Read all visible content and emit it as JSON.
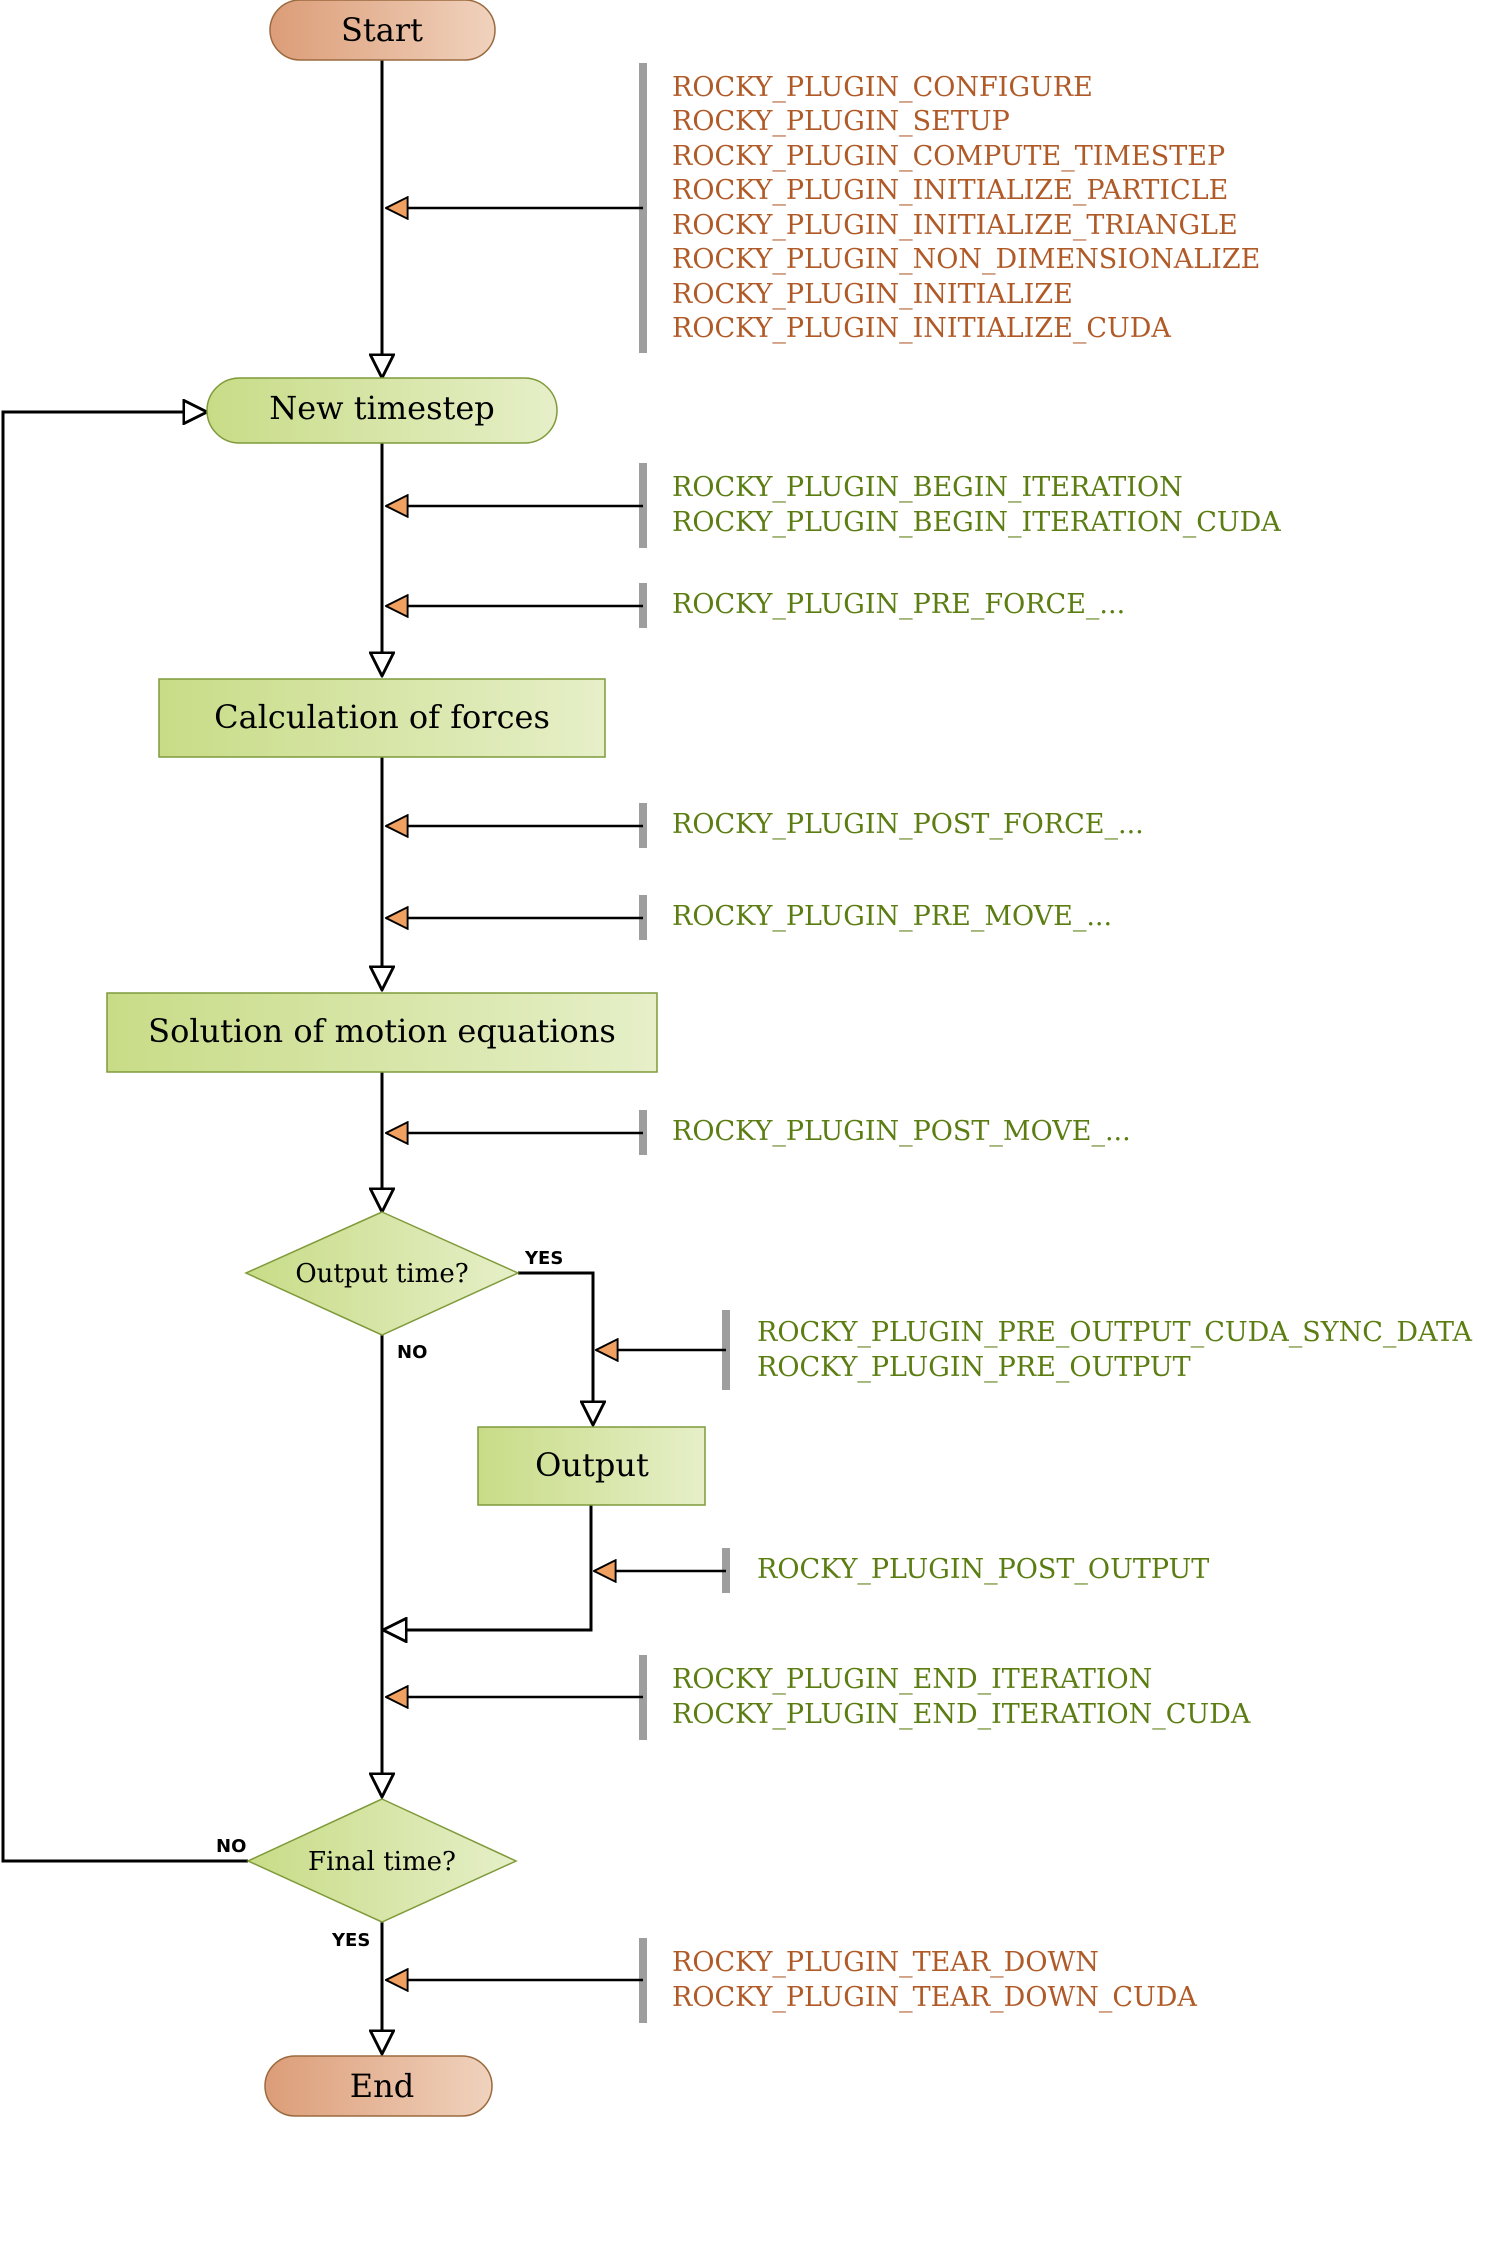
{
  "nodes": {
    "start": "Start",
    "new_timestep": "New timestep",
    "forces": "Calculation of forces",
    "motion": "Solution of motion equations",
    "output_time": "Output time?",
    "output": "Output",
    "final_time": "Final time?",
    "end": "End"
  },
  "branches": {
    "output_yes": "YES",
    "output_no": "NO",
    "final_no": "NO",
    "final_yes": "YES"
  },
  "hooks": {
    "init": [
      "ROCKY_PLUGIN_CONFIGURE",
      "ROCKY_PLUGIN_SETUP",
      "ROCKY_PLUGIN_COMPUTE_TIMESTEP",
      "ROCKY_PLUGIN_INITIALIZE_PARTICLE",
      "ROCKY_PLUGIN_INITIALIZE_TRIANGLE",
      "ROCKY_PLUGIN_NON_DIMENSIONALIZE",
      "ROCKY_PLUGIN_INITIALIZE",
      "ROCKY_PLUGIN_INITIALIZE_CUDA"
    ],
    "begin": [
      "ROCKY_PLUGIN_BEGIN_ITERATION",
      "ROCKY_PLUGIN_BEGIN_ITERATION_CUDA"
    ],
    "pre_force": [
      "ROCKY_PLUGIN_PRE_FORCE_..."
    ],
    "post_force": [
      "ROCKY_PLUGIN_POST_FORCE_..."
    ],
    "pre_move": [
      "ROCKY_PLUGIN_PRE_MOVE_..."
    ],
    "post_move": [
      "ROCKY_PLUGIN_POST_MOVE_..."
    ],
    "pre_output": [
      "ROCKY_PLUGIN_PRE_OUTPUT_CUDA_SYNC_DATA",
      "ROCKY_PLUGIN_PRE_OUTPUT"
    ],
    "post_output": [
      "ROCKY_PLUGIN_POST_OUTPUT"
    ],
    "end_iter": [
      "ROCKY_PLUGIN_END_ITERATION",
      "ROCKY_PLUGIN_END_ITERATION_CUDA"
    ],
    "teardown": [
      "ROCKY_PLUGIN_TEAR_DOWN",
      "ROCKY_PLUGIN_TEAR_DOWN_CUDA"
    ]
  },
  "colors": {
    "terminal_fill_start": "#dc9d78",
    "terminal_fill_end": "#f0d2bd",
    "process_fill_start": "#c8dc87",
    "process_fill_end": "#e6efc8",
    "node_border": "#7f9a3a",
    "terminal_border": "#9b6a3f",
    "hook_orange": "#b05a28",
    "hook_green": "#5b7d12",
    "hook_arrow": "#f0a060",
    "hook_bar": "#9e9e9e"
  }
}
